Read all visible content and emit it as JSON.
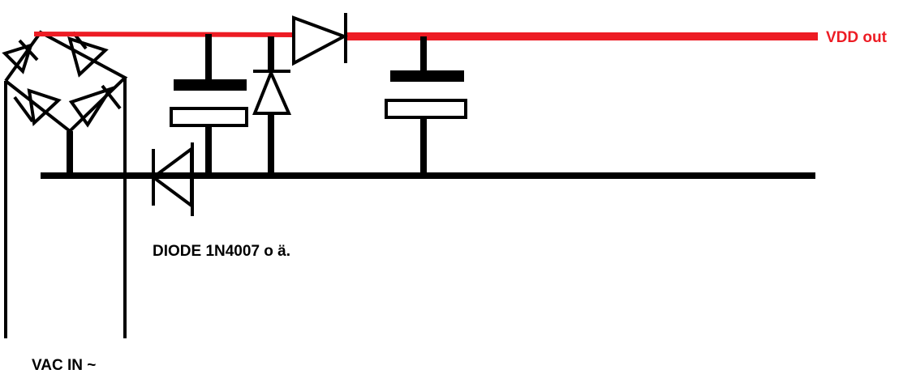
{
  "labels": {
    "vdd_out": "VDD out",
    "diode_note": "DIODE 1N4007 o ä.",
    "vac_in": "VAC IN ~"
  },
  "colors": {
    "wire": "#000000",
    "vdd_rail": "#ed1c24",
    "background": "#ffffff"
  }
}
